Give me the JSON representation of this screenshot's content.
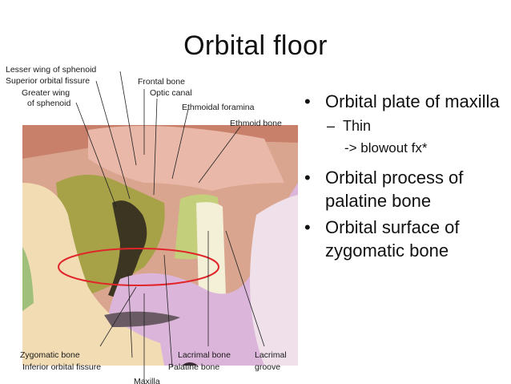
{
  "slide": {
    "title": "Orbital floor",
    "bullets": [
      {
        "text": "Orbital plate of maxilla",
        "sub": [
          {
            "text": "Thin",
            "note": "-> blowout fx*"
          }
        ]
      },
      {
        "text": "Orbital process of palatine bone"
      },
      {
        "text": "Orbital surface of zygomatic bone"
      }
    ]
  },
  "figure": {
    "labels": {
      "lesser_wing": "Lesser wing of sphenoid",
      "superior_fissure": "Superior orbital fissure",
      "greater_wing_1": "Greater wing",
      "greater_wing_2": "of sphenoid",
      "frontal": "Frontal bone",
      "optic": "Optic canal",
      "ethmoidal_foramina": "Ethmoidal foramina",
      "ethmoid": "Ethmoid bone",
      "zygomatic": "Zygomatic bone",
      "inferior_fissure": "Inferior orbital fissure",
      "lacrimal": "Lacrimal bone",
      "lacrimal_groove_1": "Lacrimal",
      "lacrimal_groove_2": "groove",
      "palatine": "Palatine bone",
      "maxilla_partial": "Maxilla"
    },
    "colors": {
      "zygomatic": "#f2dcb4",
      "frontal": "#e9b8a8",
      "greater_wing": "#a7a148",
      "ethmoid": "#c3cf7a",
      "maxilla": "#dcb6da",
      "lacrimal": "#f4f0d8",
      "highlight_ellipse": "#e0262a"
    }
  }
}
